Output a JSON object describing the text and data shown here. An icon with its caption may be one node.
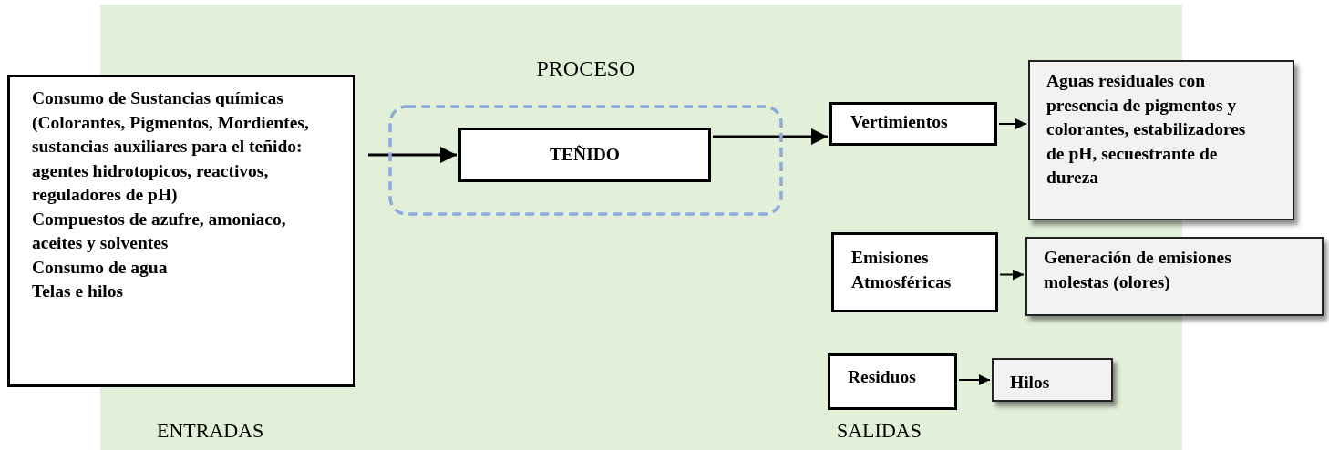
{
  "diagram": {
    "nodes": [
      {
        "text": [
          "Consumo de Sustancias químicas (Colorantes, Pigmentos, Mordientes, sustancias auxiliares para el teñido: agentes hidrotopicos, reactivos, reguladores de pH)",
          "Compuestos de azufre, amoniaco, aceites y solventes",
          "Consumo de agua",
          "Telas e hilos"
        ]
      },
      {
        "text": [
          "PROCESO"
        ]
      },
      {
        "text": [
          "TEÑIDO"
        ],
        "in": 1
      },
      {
        "text": [
          "Vertimientos"
        ]
      },
      {
        "text": [
          "Aguas residuales con presencia de pigmentos y colorantes, estabilizadores de pH, secuestrante de dureza"
        ]
      },
      {
        "text": [
          "Emisiones Atmosféricas"
        ]
      },
      {
        "text": [
          "Generación de emisiones molestas (olores)"
        ]
      },
      {
        "text": [
          "Residuos"
        ]
      },
      {
        "text": [
          "Hilos"
        ]
      }
    ],
    "edges": [
      {
        "from": 0,
        "to": 2,
        "arrow": "to"
      },
      {
        "from": 2,
        "to": 3,
        "arrow": "to"
      },
      {
        "from": 3,
        "to": 4,
        "arrow": "to"
      },
      {
        "from": 5,
        "to": 6,
        "arrow": "to"
      },
      {
        "from": 7,
        "to": 8,
        "arrow": "to"
      }
    ],
    "labels": [
      "ENTRADAS",
      "SALIDAS"
    ]
  }
}
